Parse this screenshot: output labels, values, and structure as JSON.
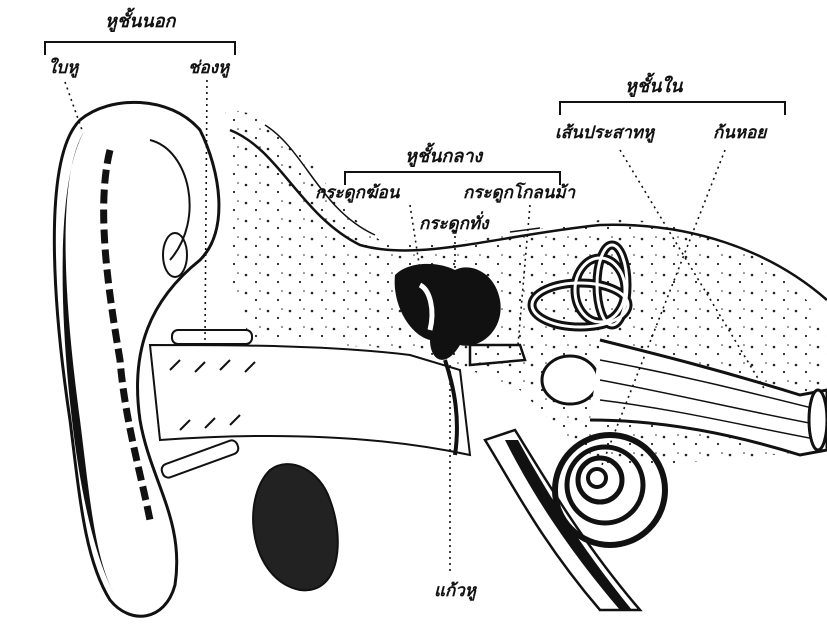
{
  "labels": {
    "outer_ear": "หูชั้นนอก",
    "pinna": "ใบหู",
    "ear_canal": "ช่องหู",
    "middle_ear": "หูชั้นกลาง",
    "malleus": "กระดูกฆ้อน",
    "stapes": "กระดูกโกลนม้า",
    "incus": "กระดูกทั่ง",
    "inner_ear": "หูชั้นใน",
    "auditory_nerve": "เส้นประสาทหู",
    "cochlea": "ก้นหอย",
    "eardrum": "แก้วหู"
  },
  "colors": {
    "ink": "#111111",
    "paper": "#ffffff"
  }
}
